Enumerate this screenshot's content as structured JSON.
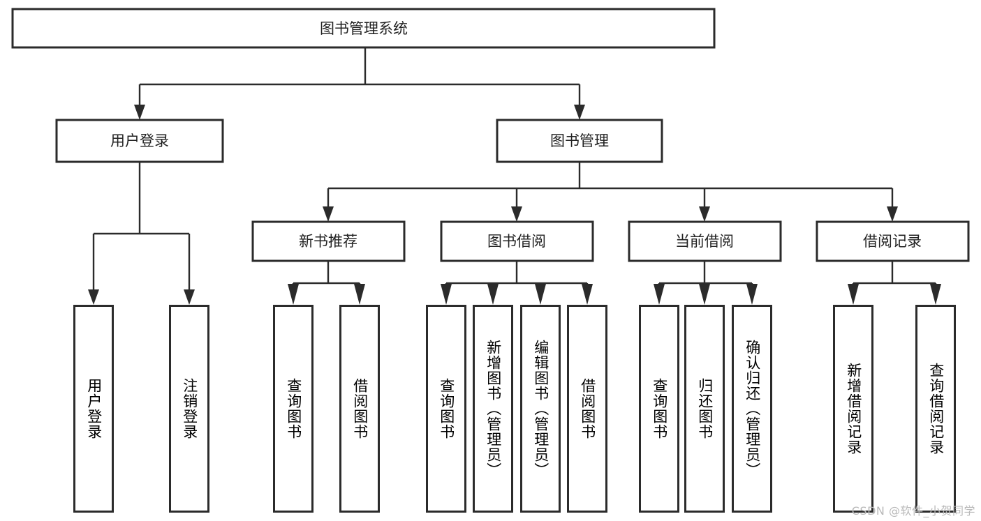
{
  "diagram": {
    "type": "tree",
    "title": "图书管理系统",
    "watermark": "CSDN @软件_小贺同学",
    "colors": {
      "box_fill": "#ffffff",
      "box_stroke": "#2b2b2b",
      "connector": "#2b2b2b",
      "text": "#222222",
      "watermark": "#b9b9b9"
    },
    "root": {
      "id": "root",
      "label": "图书管理系统"
    },
    "level2": [
      {
        "id": "user-login",
        "label": "用户登录"
      },
      {
        "id": "book-management",
        "label": "图书管理"
      }
    ],
    "level3": [
      {
        "id": "new-book-recommend",
        "label": "新书推荐",
        "parent": "book-management"
      },
      {
        "id": "book-borrow",
        "label": "图书借阅",
        "parent": "book-management"
      },
      {
        "id": "current-borrow",
        "label": "当前借阅",
        "parent": "book-management"
      },
      {
        "id": "borrow-record",
        "label": "借阅记录",
        "parent": "book-management"
      }
    ],
    "leaves": [
      {
        "id": "leaf-user-login",
        "label": "用户登录",
        "parent": "user-login"
      },
      {
        "id": "leaf-logout-login",
        "label": "注销登录",
        "parent": "user-login"
      },
      {
        "id": "leaf-query-book-1",
        "label": "查询图书",
        "parent": "new-book-recommend"
      },
      {
        "id": "leaf-borrow-book-1",
        "label": "借阅图书",
        "parent": "new-book-recommend"
      },
      {
        "id": "leaf-query-book-2",
        "label": "查询图书",
        "parent": "book-borrow"
      },
      {
        "id": "leaf-add-book-admin",
        "label": "新增图书（管理员）",
        "parent": "book-borrow"
      },
      {
        "id": "leaf-edit-book-admin",
        "label": "编辑图书（管理员）",
        "parent": "book-borrow"
      },
      {
        "id": "leaf-borrow-book-2",
        "label": "借阅图书",
        "parent": "book-borrow"
      },
      {
        "id": "leaf-query-book-3",
        "label": "查询图书",
        "parent": "current-borrow"
      },
      {
        "id": "leaf-return-book",
        "label": "归还图书",
        "parent": "current-borrow"
      },
      {
        "id": "leaf-confirm-return-admin",
        "label": "确认归还（管理员）",
        "parent": "current-borrow"
      },
      {
        "id": "leaf-add-borrow-record",
        "label": "新增借阅记录",
        "parent": "borrow-record"
      },
      {
        "id": "leaf-query-borrow-record",
        "label": "查询借阅记录",
        "parent": "borrow-record"
      }
    ]
  }
}
